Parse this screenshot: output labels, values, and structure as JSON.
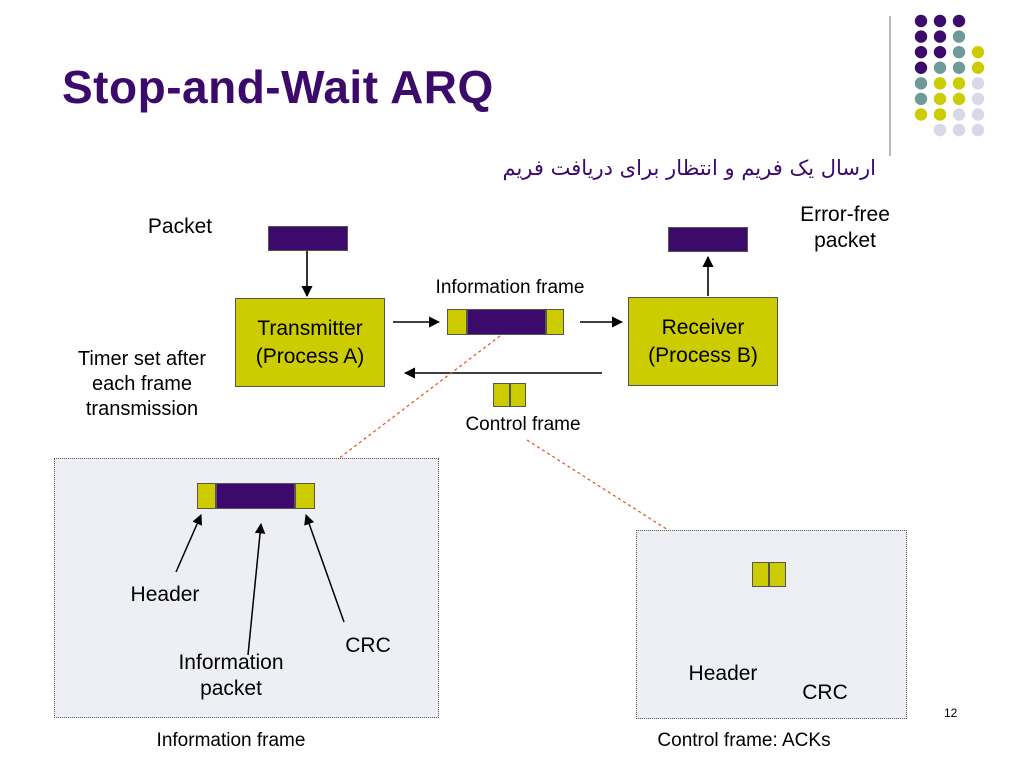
{
  "slide": {
    "title": "Stop-and-Wait ARQ",
    "subtitle_fa": "ارسال یک فریم و انتظار برای دریافت فریم",
    "page_number": "12"
  },
  "diagram": {
    "packet_label": "Packet",
    "error_free_label_line1": "Error-free",
    "error_free_label_line2": "packet",
    "transmitter_line1": "Transmitter",
    "transmitter_line2": "(Process A)",
    "receiver_line1": "Receiver",
    "receiver_line2": "(Process B)",
    "info_frame_label": "Information frame",
    "control_frame_label": "Control frame",
    "timer_line1": "Timer set after",
    "timer_line2": "each frame",
    "timer_line3": "transmission"
  },
  "info_frame_detail": {
    "header_label": "Header",
    "info_packet_line1": "Information",
    "info_packet_line2": "packet",
    "crc_label": "CRC",
    "caption": "Information frame"
  },
  "control_frame_detail": {
    "header_label": "Header",
    "crc_label": "CRC",
    "caption": "Control frame:  ACKs"
  },
  "colors": {
    "purple": "#3b0a6b",
    "olive_yellow": "#cccc00",
    "teal_gray": "#6f9a9a",
    "lavender": "#d8d8e8",
    "panel_bg": "#edeff4",
    "connector_red": "#e0501e"
  },
  "decoration": {
    "dot_grid_colors": [
      [
        "purple",
        "purple",
        "purple",
        "none"
      ],
      [
        "purple",
        "purple",
        "teal_gray",
        "none"
      ],
      [
        "purple",
        "purple",
        "teal_gray",
        "olive_yellow"
      ],
      [
        "purple",
        "teal_gray",
        "teal_gray",
        "olive_yellow"
      ],
      [
        "teal_gray",
        "olive_yellow",
        "olive_yellow",
        "lavender"
      ],
      [
        "teal_gray",
        "olive_yellow",
        "olive_yellow",
        "lavender"
      ],
      [
        "olive_yellow",
        "olive_yellow",
        "lavender",
        "lavender"
      ],
      [
        "none",
        "lavender",
        "lavender",
        "lavender"
      ]
    ]
  }
}
